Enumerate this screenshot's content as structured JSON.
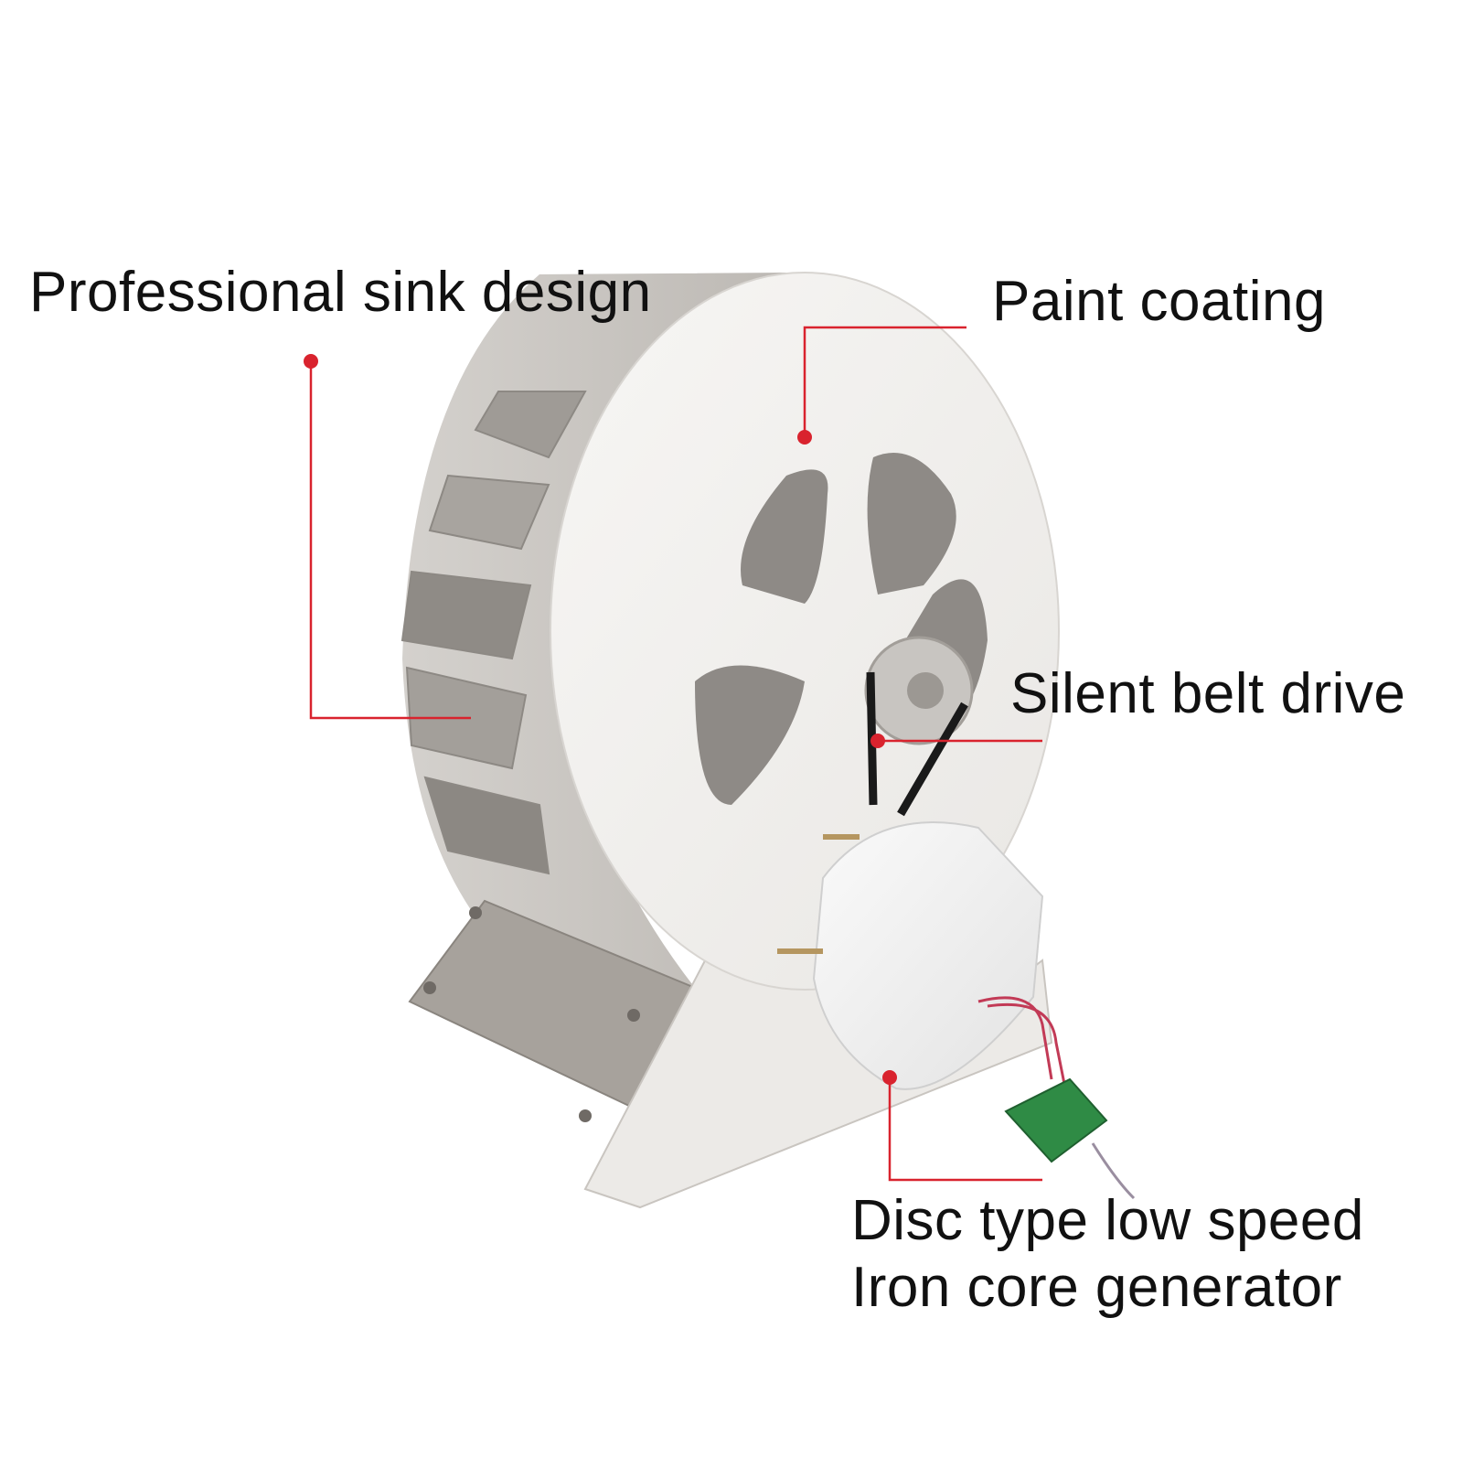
{
  "callouts": {
    "sink": "Professional sink design",
    "paint": "Paint coating",
    "belt": "Silent belt drive",
    "generator_line1": "Disc type low speed",
    "generator_line2": "Iron core generator"
  },
  "colors": {
    "background": "#ffffff",
    "leader_line": "#d9232e",
    "text": "#111111"
  },
  "icons": {
    "product": "water-wheel-generator-illustration"
  }
}
